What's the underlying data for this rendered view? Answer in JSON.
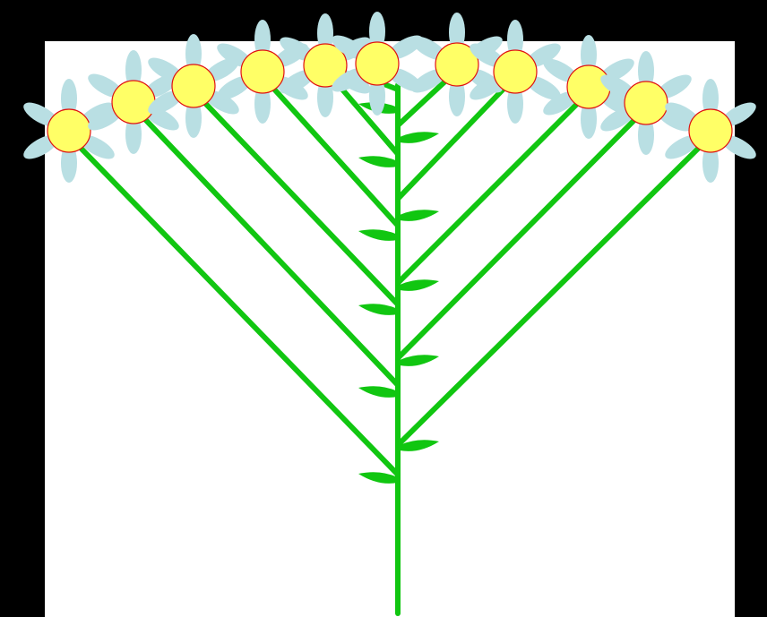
{
  "colors": {
    "outer_background": "#000000",
    "canvas_background": "#ffffff",
    "stem": "#11c611",
    "flower_center": "#ffff66",
    "flower_center_outline": "#e01010",
    "petal": "#b9dfe3"
  },
  "illustration": {
    "subject": "green-branched-flower-tree",
    "flower_count": 11,
    "leaf_count": 12
  }
}
